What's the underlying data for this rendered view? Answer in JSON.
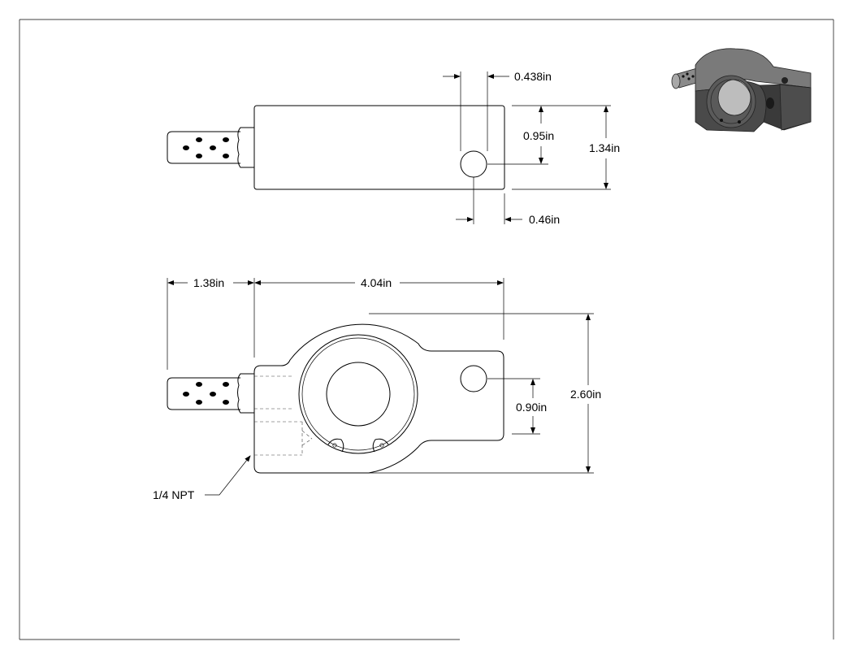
{
  "top_view": {
    "dim_hole_edge": "0.438in",
    "dim_hole_center_v": "0.95in",
    "dim_height": "1.34in",
    "dim_hole_center_h": "0.46in"
  },
  "front_view": {
    "dim_fitting_length": "1.38in",
    "dim_body_length": "4.04in",
    "dim_total_height": "2.60in",
    "dim_hole_offset": "0.90in",
    "callout_npt": "1/4 NPT"
  },
  "colors": {
    "line": "#000000",
    "part_dark": "#3a3a3a",
    "part_mid": "#6e6e6e",
    "part_light": "#bdbdbd"
  }
}
